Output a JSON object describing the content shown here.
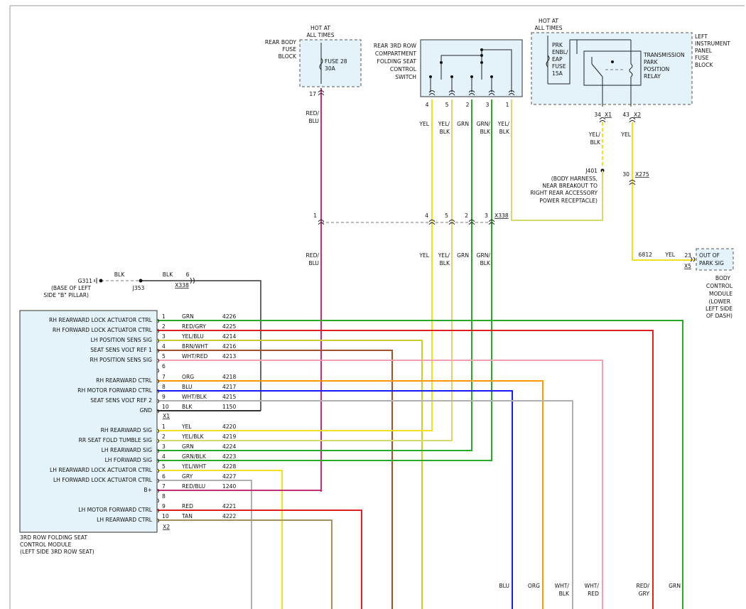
{
  "module": {
    "name_lines": [
      "3RD ROW FOLDING SEAT",
      "CONTROL MODULE",
      "(LEFT SIDE 3RD ROW SEAT)"
    ],
    "x1_connector": "X1",
    "x2_connector": "X2",
    "x1_pins": [
      {
        "pin": "1",
        "label": "RH REARWARD LOCK ACTUATOR CTRL",
        "color": "GRN",
        "circuit": "4226",
        "hex": "#2aa82a"
      },
      {
        "pin": "2",
        "label": "RH FORWARD LOCK ACTUATOR CTRL",
        "color": "RED/GRY",
        "circuit": "4225",
        "hex": "#e02020"
      },
      {
        "pin": "3",
        "label": "LH POSITION SENS SIG",
        "color": "YEL/BLU",
        "circuit": "4214",
        "hex": "#cccc33"
      },
      {
        "pin": "4",
        "label": "SEAT SENS VOLT REF 1",
        "color": "BRN/WHT",
        "circuit": "4216",
        "hex": "#a0522d"
      },
      {
        "pin": "5",
        "label": "RH POSITION SENS SIG",
        "color": "WHT/RED",
        "circuit": "4213",
        "hex": "#f0a0b0"
      },
      {
        "pin": "6",
        "label": "",
        "color": "",
        "circuit": "",
        "hex": ""
      },
      {
        "pin": "7",
        "label": "RH REARWARD CTRL",
        "color": "ORG",
        "circuit": "4218",
        "hex": "#ff9900"
      },
      {
        "pin": "8",
        "label": "RH MOTOR FORWARD CTRL",
        "color": "BLU",
        "circuit": "4217",
        "hex": "#1a1aff"
      },
      {
        "pin": "9",
        "label": "SEAT SENS VOLT REF 2",
        "color": "WHT/BLK",
        "circuit": "4215",
        "hex": "#b0b0b0"
      },
      {
        "pin": "10",
        "label": "GND",
        "color": "BLK",
        "circuit": "1150",
        "hex": "#333333"
      }
    ],
    "x2_pins": [
      {
        "pin": "1",
        "label": "RH REARWARD SIG",
        "color": "YEL",
        "circuit": "4220",
        "hex": "#f0e020"
      },
      {
        "pin": "2",
        "label": "RR SEAT FOLD TUMBLE SIG",
        "color": "YEL/BLK",
        "circuit": "4219",
        "hex": "#d8d870"
      },
      {
        "pin": "3",
        "label": "LH REARWARD SIG",
        "color": "GRN",
        "circuit": "4224",
        "hex": "#2aa82a"
      },
      {
        "pin": "4",
        "label": "LH FORWARD SIG",
        "color": "GRN/BLK",
        "circuit": "4223",
        "hex": "#2aa82a"
      },
      {
        "pin": "5",
        "label": "LH REARWARD LOCK ACTUATOR CTRL",
        "color": "YEL/WHT",
        "circuit": "4228",
        "hex": "#f0e020"
      },
      {
        "pin": "6",
        "label": "LH FORWARD LOCK ACTUATOR CTRL",
        "color": "GRY",
        "circuit": "4227",
        "hex": "#b0b0b0"
      },
      {
        "pin": "7",
        "label": "B+",
        "color": "RED/BLU",
        "circuit": "1240",
        "hex": "#c0307a"
      },
      {
        "pin": "8",
        "label": "",
        "color": "",
        "circuit": "",
        "hex": ""
      },
      {
        "pin": "9",
        "label": "LH MOTOR FORWARD CTRL",
        "color": "RED",
        "circuit": "4221",
        "hex": "#e02020"
      },
      {
        "pin": "10",
        "label": "LH REARWARD CTRL",
        "color": "TAN",
        "circuit": "4222",
        "hex": "#a89060"
      }
    ]
  },
  "fuse_block": {
    "header": [
      "HOT AT",
      "ALL TIMES"
    ],
    "name_lines": [
      "REAR BODY",
      "FUSE",
      "BLOCK"
    ],
    "fuse_lines": [
      "FUSE 28",
      "30A"
    ],
    "pin": "17",
    "wire_color_lines": [
      "RED/",
      "BLU"
    ]
  },
  "switch": {
    "name_lines": [
      "REAR 3RD ROW",
      "COMPARTMENT",
      "FOLDING SEAT",
      "CONTROL",
      "SWITCH"
    ],
    "pins": [
      "4",
      "5",
      "2",
      "3",
      "1"
    ],
    "wire_colors": [
      [
        "YEL"
      ],
      [
        "YEL/",
        "BLK"
      ],
      [
        "GRN"
      ],
      [
        "GRN/",
        "BLK"
      ],
      [
        "YEL/",
        "BLK"
      ]
    ]
  },
  "ipfb": {
    "header": [
      "HOT AT",
      "ALL TIMES"
    ],
    "name_lines": [
      "LEFT",
      "INSTRUMENT",
      "PANEL",
      "FUSE",
      "BLOCK"
    ],
    "fuse_lines": [
      "PRK",
      "ENBL/",
      "EAP",
      "FUSE",
      "15A"
    ],
    "relay_lines": [
      "TRANSMISSION",
      "PARK",
      "POSITION",
      "RELAY"
    ],
    "pin_x1": "34",
    "conn_x1": "X1",
    "pin_x2": "43",
    "conn_x2": "X2",
    "x1_wire_lines": [
      "YEL/",
      "BLK"
    ],
    "x2_wire_lines": [
      "YEL"
    ]
  },
  "splice_j401": {
    "id": "J401",
    "desc_lines": [
      "(BODY HARNESS,",
      "NEAR BREAKOUT TO",
      "RIGHT REAR ACCESSORY",
      "POWER RECEPTACLE)"
    ]
  },
  "x275": {
    "pin": "30",
    "connector": "X275"
  },
  "bcm": {
    "pin": "23",
    "connector": "X5",
    "circuit": "6812",
    "wire_color": "YEL",
    "signal_lines": [
      "OUT OF",
      "PARK SIG"
    ],
    "name_lines": [
      "BODY",
      "CONTROL",
      "MODULE",
      "(LOWER",
      "LEFT SIDE",
      "OF DASH)"
    ]
  },
  "x338_inline": {
    "connector": "X338",
    "pins": [
      "1",
      "4",
      "5",
      "2",
      "3"
    ],
    "colors_below": [
      [
        "RED/",
        "BLU"
      ],
      [
        "YEL"
      ],
      [
        "YEL/",
        "BLK"
      ],
      [
        "GRN"
      ],
      [
        "GRN/",
        "BLK"
      ]
    ]
  },
  "ground": {
    "id": "G311",
    "desc_lines": [
      "(BASE OF LEFT",
      "SIDE \"B\" PILLAR)"
    ],
    "splice": "J353",
    "wire_color_1": "BLK",
    "wire_color_2": "BLK",
    "pin": "6",
    "connector": "X338"
  },
  "bottom_labels": [
    [
      "BLU"
    ],
    [
      "ORG"
    ],
    [
      "WHT/",
      "BLK"
    ],
    [
      "WHT/",
      "RED"
    ],
    [
      "RED/",
      "GRY"
    ],
    [
      "GRN"
    ]
  ],
  "colors": {
    "connector_fill": "#e4f3fa",
    "yel": "#f0e020",
    "grn": "#2aa82a",
    "red_blu": "#c0307a",
    "yel_blk": "#d8d870"
  }
}
